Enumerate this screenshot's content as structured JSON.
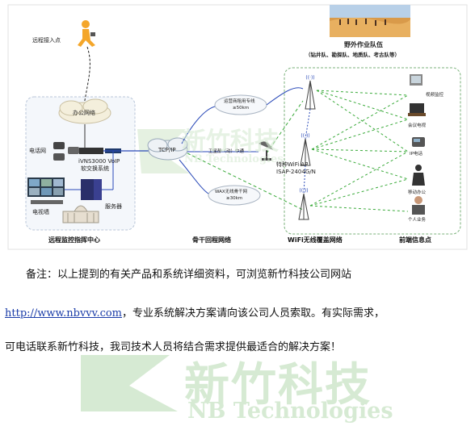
{
  "diagram": {
    "remote_access": "远程接入点",
    "office_network": "办公网络",
    "phone_network": "电话网",
    "voip_system": [
      "iVNS3000 VoIP",
      "软交换系统"
    ],
    "server": "服务器",
    "tv_wall": "电视墙",
    "tcp_ip": "TCP/IP",
    "carrier_line": [
      "运营商租用专线",
      "≥50km"
    ],
    "satellite_relay": "卫星静（动）中通",
    "wifi_ap": [
      "特种WiFi AP",
      "ISAP-2404G/N"
    ],
    "wax_backbone": [
      "WAX无线骨干网",
      "≥30km"
    ],
    "field_team": "野外作业队伍",
    "field_team_sub": "（钻井队、勘探队、地质队、考古队等）",
    "terminals": [
      "视频监控",
      "会议电视",
      "IP电话",
      "移动办公",
      "个人业务"
    ],
    "captions": [
      "远程监控指挥中心",
      "骨干回程网络",
      "WiFi无线覆盖网络",
      "前端信息点"
    ],
    "watermark_cn": "新竹科技",
    "watermark_en": "NB Technologies"
  },
  "note": {
    "line1": "备注：以上提到的有关产品和系统详细资料，可浏览新竹科技公司网站",
    "url": "http://www.nbvvv.com",
    "line2_rest": "，专业系统解决方案请向该公司人员索取。有实际需求，",
    "line3": "可电话联系新竹科技，我司技术人员将结合需求提供最适合的解决方案！"
  },
  "colors": {
    "center_border": "#b8c6d8",
    "field_border": "#7bb27b",
    "link": "#1a3ca8",
    "line_blue": "#2a4ab8",
    "line_green": "#3aaa3a",
    "watermark": "#d6ead3"
  }
}
